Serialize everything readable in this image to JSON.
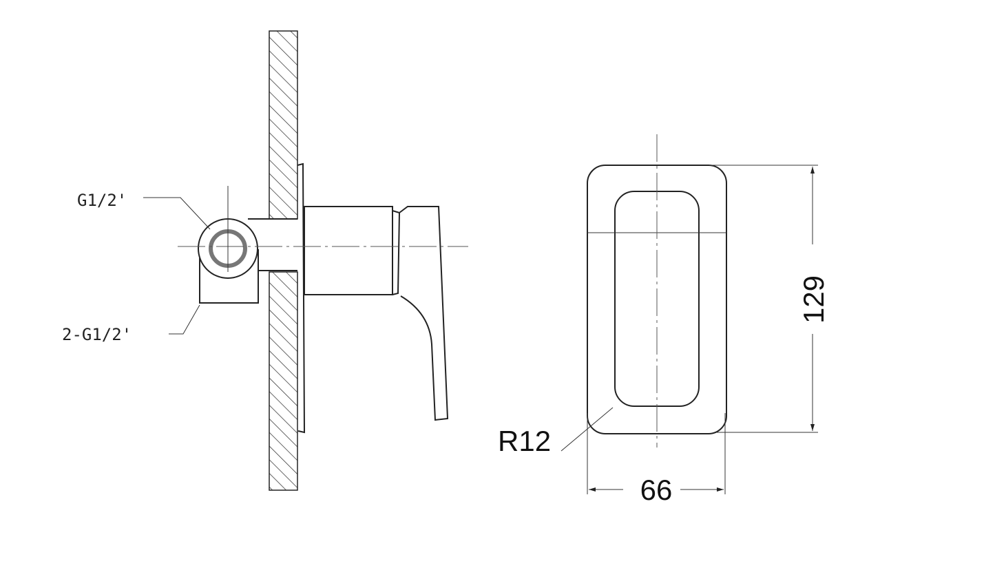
{
  "side_view": {
    "label_inlet": "G1/2'",
    "label_outlets": "2-G1/2'"
  },
  "front_view": {
    "height_dimension": "129",
    "width_dimension": "66",
    "radius_label": "R12"
  }
}
